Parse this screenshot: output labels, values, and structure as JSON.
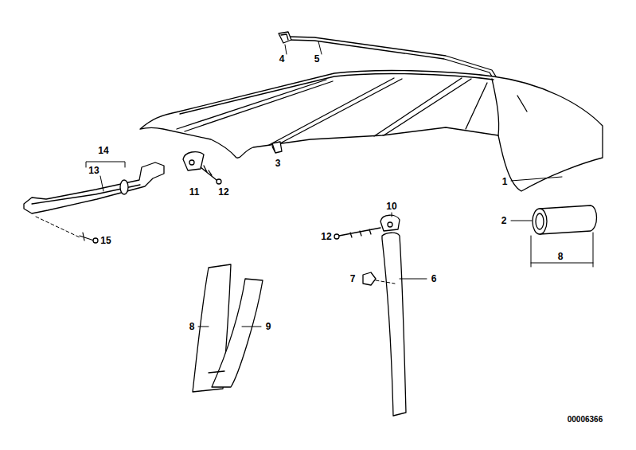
{
  "diagram": {
    "labels": [
      "4",
      "5",
      "14",
      "13",
      "11",
      "12",
      "3",
      "1",
      "2",
      "12",
      "10",
      "8",
      "7",
      "6",
      "8",
      "9",
      "15",
      "00006366"
    ]
  }
}
